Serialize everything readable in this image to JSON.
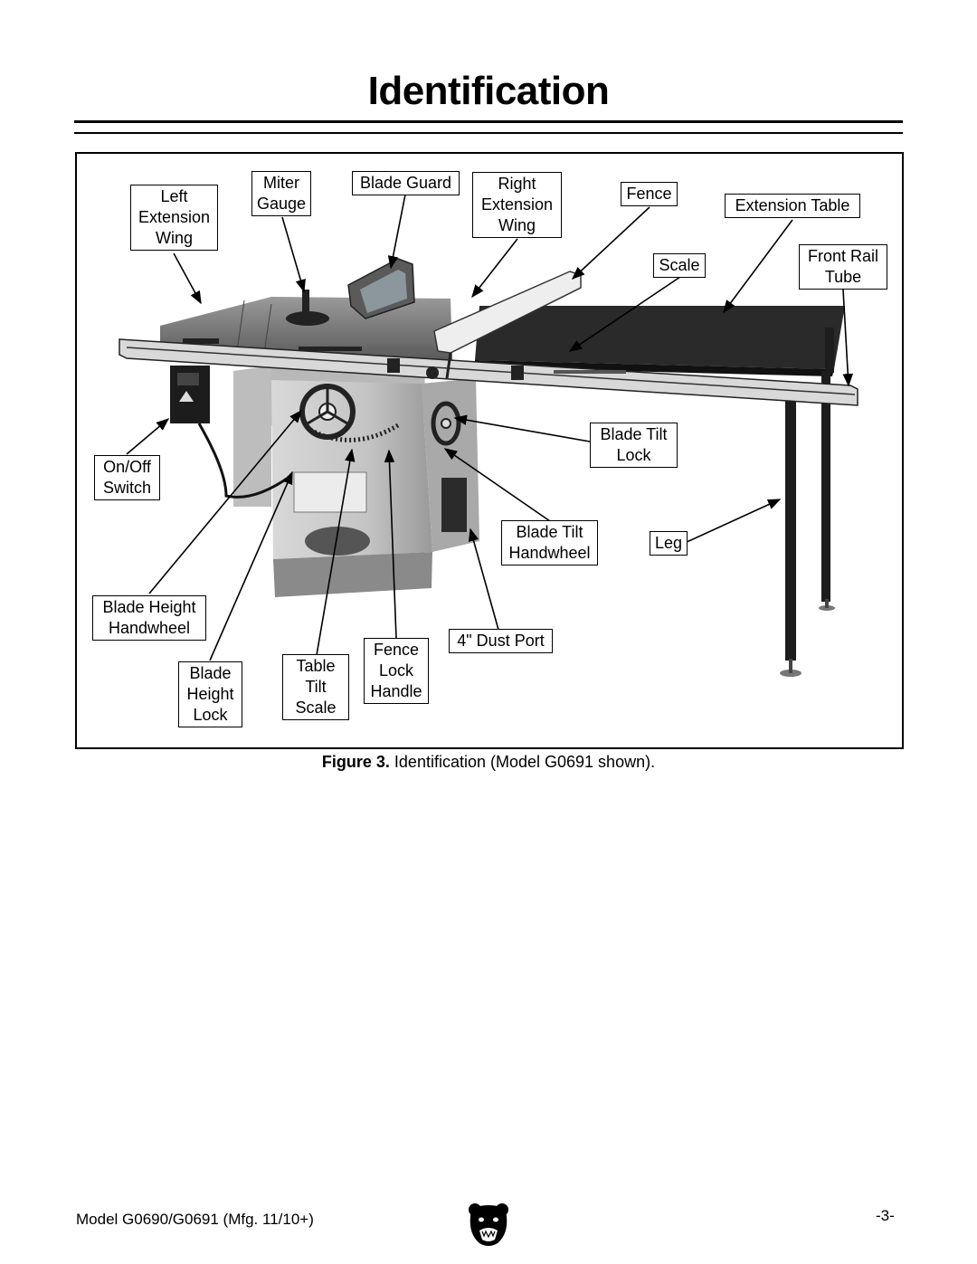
{
  "page": {
    "title": "Identification"
  },
  "callouts": {
    "left_extension_wing": "Left\nExtension\nWing",
    "miter_gauge": "Miter\nGauge",
    "blade_guard": "Blade Guard",
    "right_extension_wing": "Right\nExtension\nWing",
    "fence": "Fence",
    "extension_table": "Extension Table",
    "scale": "Scale",
    "front_rail_tube": "Front Rail\nTube",
    "on_off_switch": "On/Off\nSwitch",
    "blade_tilt_lock": "Blade Tilt\nLock",
    "blade_tilt_handwheel": "Blade Tilt\nHandwheel",
    "leg": "Leg",
    "blade_height_handwheel": "Blade Height\nHandwheel",
    "dust_port": "4\" Dust Port",
    "fence_lock_handle": "Fence\nLock\nHandle",
    "table_tilt_scale": "Table\nTilt\nScale",
    "blade_height_lock": "Blade\nHeight\nLock"
  },
  "caption": {
    "label": "Figure 3.",
    "text": " Identification (Model G0691 shown)."
  },
  "footer": {
    "model": "Model G0690/G0691 (Mfg. 11/10+)",
    "page_number": "-3-",
    "logo_icon": "bear-head-logo-icon"
  }
}
